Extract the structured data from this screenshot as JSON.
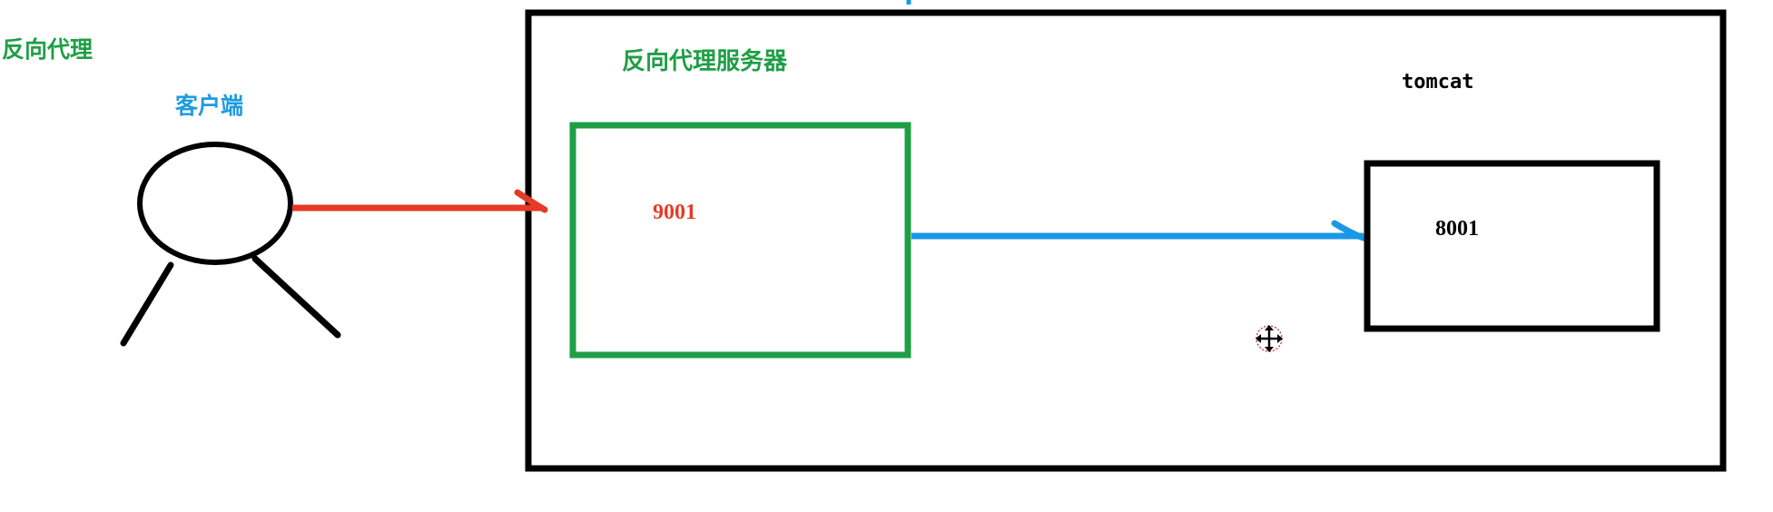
{
  "diagram": {
    "title": "反向代理",
    "client": {
      "label": "客户端"
    },
    "proxy": {
      "title": "反向代理服务器",
      "port": "9001"
    },
    "tomcat": {
      "label": "tomcat",
      "port": "8001"
    }
  },
  "colors": {
    "green": "#1f9e45",
    "cyan": "#1e9be0",
    "red": "#e53a27",
    "blue": "#1a98e6",
    "black": "#000000"
  },
  "icons": {
    "cursor": "move-cursor-icon"
  }
}
